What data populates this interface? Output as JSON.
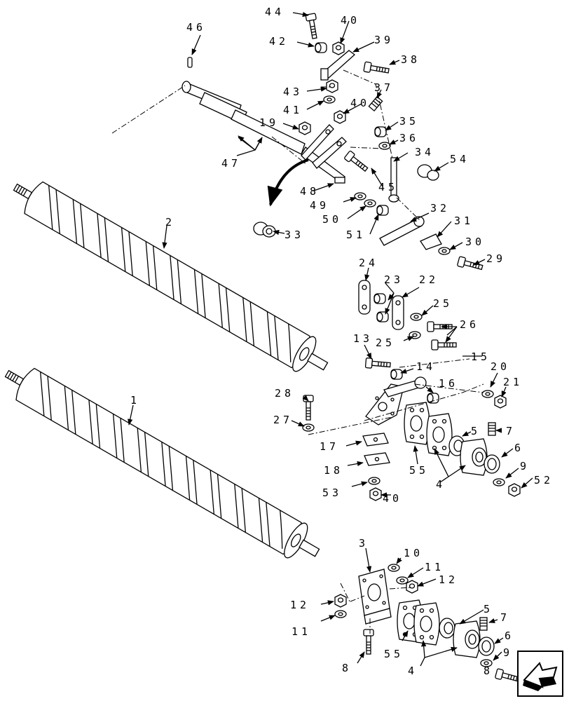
{
  "labels": {
    "l44": "44",
    "l46": "46",
    "l40a": "40",
    "l42": "42",
    "l39": "39",
    "l38": "38",
    "l43": "43",
    "l37": "37",
    "l41": "41",
    "l40b": "40",
    "l19": "19",
    "l35": "35",
    "l36": "36",
    "l47": "47",
    "l34": "34",
    "l54": "54",
    "l45": "45",
    "l48": "48",
    "l49": "49",
    "l50": "50",
    "l51": "51",
    "l32": "32",
    "l33": "33",
    "l31": "31",
    "l30": "30",
    "l29": "29",
    "l2": "2",
    "l24": "24",
    "l23": "23",
    "l22": "22",
    "l25a": "25",
    "l26": "26",
    "l25b": "25",
    "l13": "13",
    "l15": "15",
    "l14": "14",
    "l20": "20",
    "l16": "16",
    "l21": "21",
    "l1": "1",
    "l28": "28",
    "l27": "27",
    "l5a": "5",
    "l7a": "7",
    "l6a": "6",
    "l17": "17",
    "l55a": "55",
    "l18": "18",
    "l9a": "9",
    "l52": "52",
    "l4a": "4",
    "l53": "53",
    "l40c": "40",
    "l3": "3",
    "l10": "10",
    "l11a": "11",
    "l12a": "12",
    "l12b": "12",
    "l11b": "11",
    "l5b": "5",
    "l7b": "7",
    "l6b": "6",
    "l55b": "55",
    "l9b": "9",
    "l8a": "8",
    "l4b": "4",
    "l8b": "8"
  },
  "icons": {
    "nav": "next-page-arrow-icon"
  }
}
